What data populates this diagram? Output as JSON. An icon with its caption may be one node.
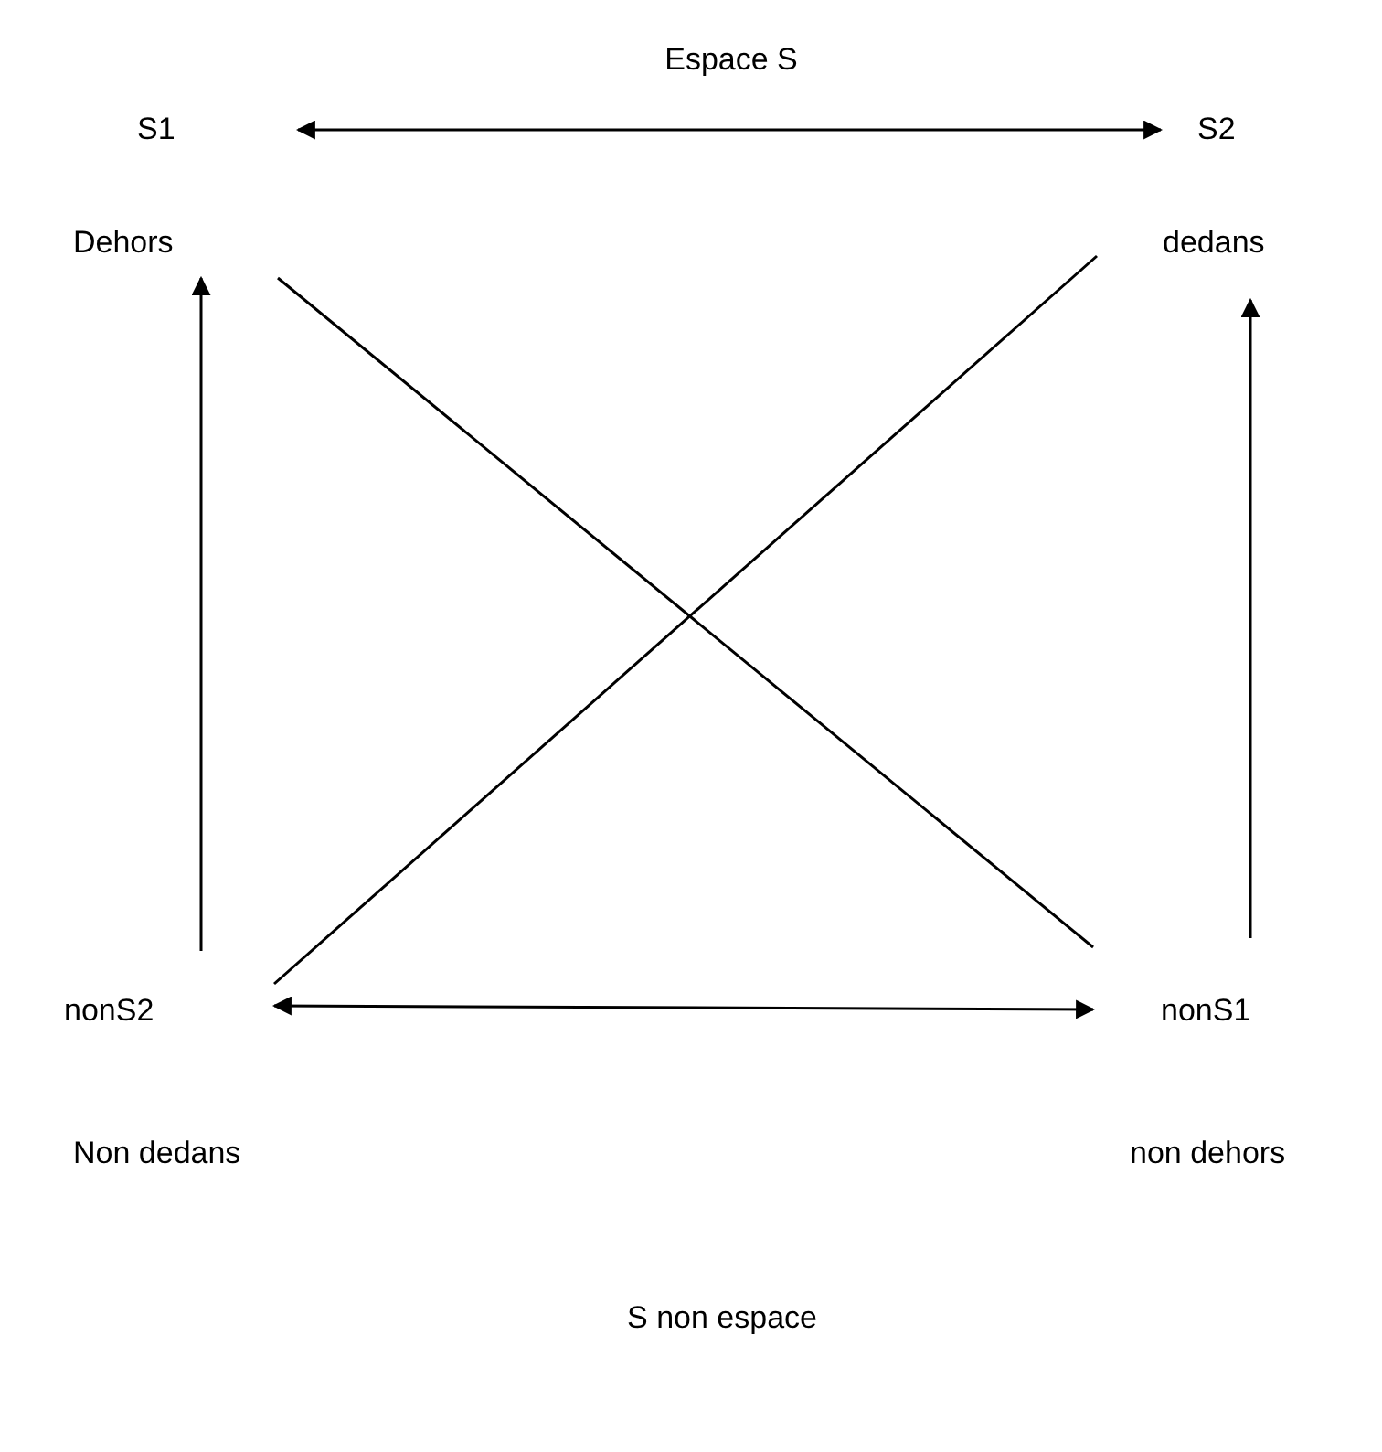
{
  "diagram": {
    "nodes": [
      {
        "text": [
          "S1"
        ]
      },
      {
        "text": [
          "S2"
        ]
      },
      {
        "text": [
          "Dehors"
        ]
      },
      {
        "text": [
          "dedans"
        ]
      },
      {
        "text": [
          "nonS2"
        ]
      },
      {
        "text": [
          "nonS1"
        ]
      }
    ],
    "edges": [
      {
        "from": 0,
        "to": 1,
        "arrow": "both"
      },
      {
        "from": 2,
        "to": 5,
        "arrow": "none"
      },
      {
        "from": 4,
        "to": 3,
        "arrow": "none"
      },
      {
        "from": 4,
        "to": 2,
        "arrow": "to"
      },
      {
        "from": 5,
        "to": 3,
        "arrow": "to"
      },
      {
        "from": 4,
        "to": 5,
        "arrow": "both"
      }
    ],
    "labels": [
      "Espace S",
      "Non dedans",
      "non dehors",
      "S non espace"
    ]
  }
}
